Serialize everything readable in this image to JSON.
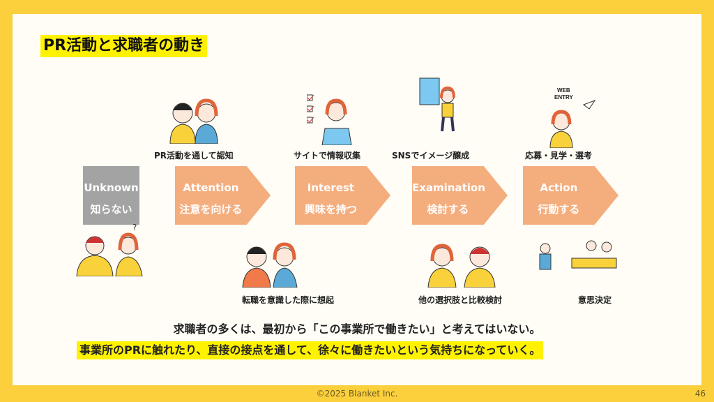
{
  "title": "PR活動と求職者の動き",
  "steps": [
    {
      "en": "Unknown",
      "jp": "知らない"
    },
    {
      "en": "Attention",
      "jp": "注意を向ける",
      "top_caption": "PR活動を通して認知",
      "bottom_caption": "転職を意識した際に想起"
    },
    {
      "en": "Interest",
      "jp": "興味を持つ",
      "top_caption": "サイトで情報収集"
    },
    {
      "en": "Examination",
      "jp": "検討する",
      "top_caption": "SNSでイメージ醸成",
      "bottom_caption": "他の選択肢と比較検討"
    },
    {
      "en": "Action",
      "jp": "行動する",
      "top_caption": "応募・見学・選考",
      "bottom_caption": "意思決定"
    }
  ],
  "web_entry": "WEB ENTRY",
  "message_1": "求職者の多くは、最初から「この事業所で働きたい」と考えてはいない。",
  "message_2": "事業所のPRに触れたり、直接の接点を通して、徐々に働きたいという気持ちになっていく。",
  "footer": "©2025 Blanket Inc.",
  "page_number": "46",
  "colors": {
    "frame": "#fcd03c",
    "arrow": "#f4ae7e",
    "unknown": "#a3a3a3",
    "highlight": "#fff200"
  }
}
